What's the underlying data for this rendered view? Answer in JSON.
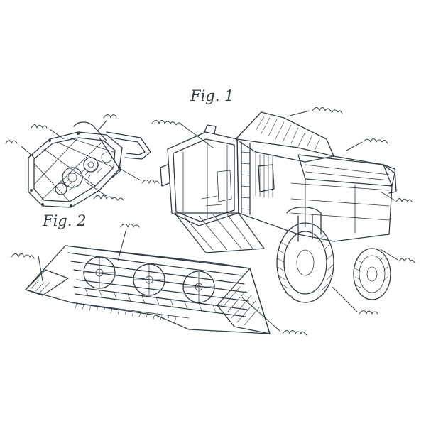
{
  "figures": {
    "fig1": "Fig. 1",
    "fig2": "Fig. 2"
  },
  "colors": {
    "ink": "#2e3d44",
    "background": "#ffffff"
  },
  "annotations": {
    "fig1_callout_count": 9,
    "fig2_callout_count": 5
  }
}
